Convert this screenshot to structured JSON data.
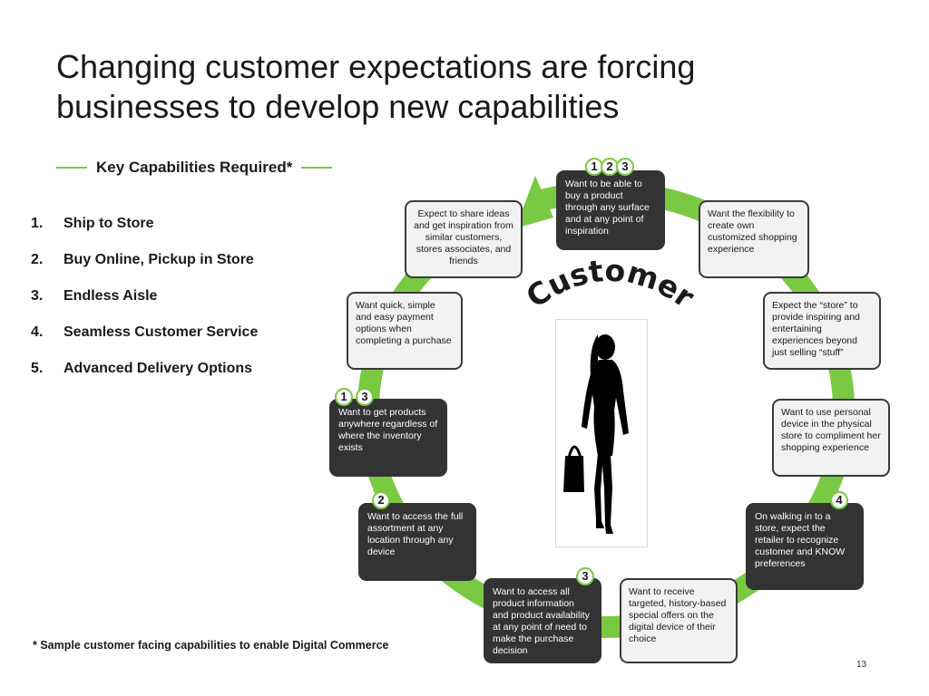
{
  "slide": {
    "title_line1": "Changing customer expectations are forcing",
    "title_line2": "businesses to develop new capabilities",
    "subtitle": "Key Capabilities Required*",
    "capabilities": [
      {
        "num": "1.",
        "label": "Ship to Store"
      },
      {
        "num": "2.",
        "label": "Buy Online, Pickup in Store"
      },
      {
        "num": "3.",
        "label": "Endless Aisle"
      },
      {
        "num": "4.",
        "label": "Seamless Customer Service"
      },
      {
        "num": "5.",
        "label": "Advanced Delivery Options"
      }
    ],
    "footnote": "*  Sample customer facing capabilities to enable Digital Commerce",
    "page_number": "13"
  },
  "diagram": {
    "center_label": "Customer",
    "boxes": {
      "top": "Want to be able to buy a product through any surface and at any point of inspiration",
      "share": "Expect to share ideas and get inspiration from similar customers, stores associates, and friends",
      "flexibility": "Want the flexibility to create own customized shopping experience",
      "payment": "Want quick, simple and easy payment options when completing a purchase",
      "store_expect": "Expect the “store” to provide inspiring and entertaining experiences beyond just selling “stuff”",
      "get_products": "Want to get products anywhere regardless of where the inventory exists",
      "personal_device": "Want to use personal device in the physical store to compliment her shopping experience",
      "assortment": "Want to access the full assortment at any location through any device",
      "walking_in": "On walking in to a store, expect the retailer to recognize customer and KNOW preferences",
      "product_info": "Want to access all product information and product availability at any point of need to make the purchase decision",
      "offers": "Want to receive targeted, history-based special offers on the digital device of their choice"
    },
    "badges": {
      "top": [
        "1",
        "2",
        "3"
      ],
      "get_products": [
        "1",
        "3"
      ],
      "assortment": [
        "2"
      ],
      "walking_in": [
        "4"
      ],
      "product_info": [
        "3"
      ]
    },
    "colors": {
      "ring": "#7ac943",
      "dark_box": "#333333",
      "light_box": "#f2f2f2"
    }
  }
}
